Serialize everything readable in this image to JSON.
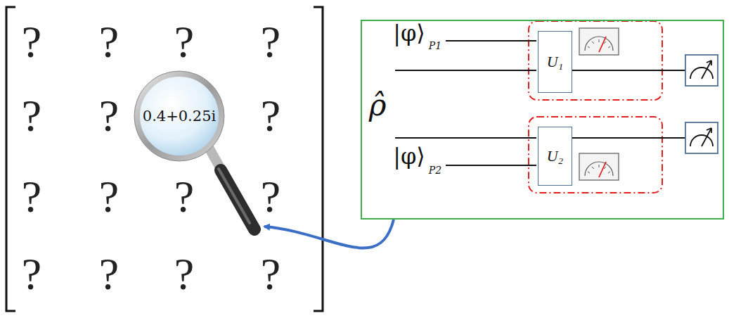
{
  "diagram": {
    "nodes": [
      {
        "text": [
          "0.4+0.25i"
        ]
      },
      {
        "text": [
          "|φ⟩",
          "P1",
          "ρ̂",
          "|φ⟩",
          "P2"
        ]
      },
      {
        "text": [
          "U₁"
        ],
        "in": 1
      },
      {
        "text": [
          "U₂"
        ],
        "in": 1
      }
    ],
    "edges": [
      {
        "from": 1,
        "to": 0,
        "arrow": "to"
      }
    ],
    "labels": [
      "?",
      "?",
      "?",
      "?",
      "?",
      "?",
      "?",
      "?",
      "?",
      "?",
      "?",
      "?",
      "?",
      "?",
      "?"
    ]
  }
}
